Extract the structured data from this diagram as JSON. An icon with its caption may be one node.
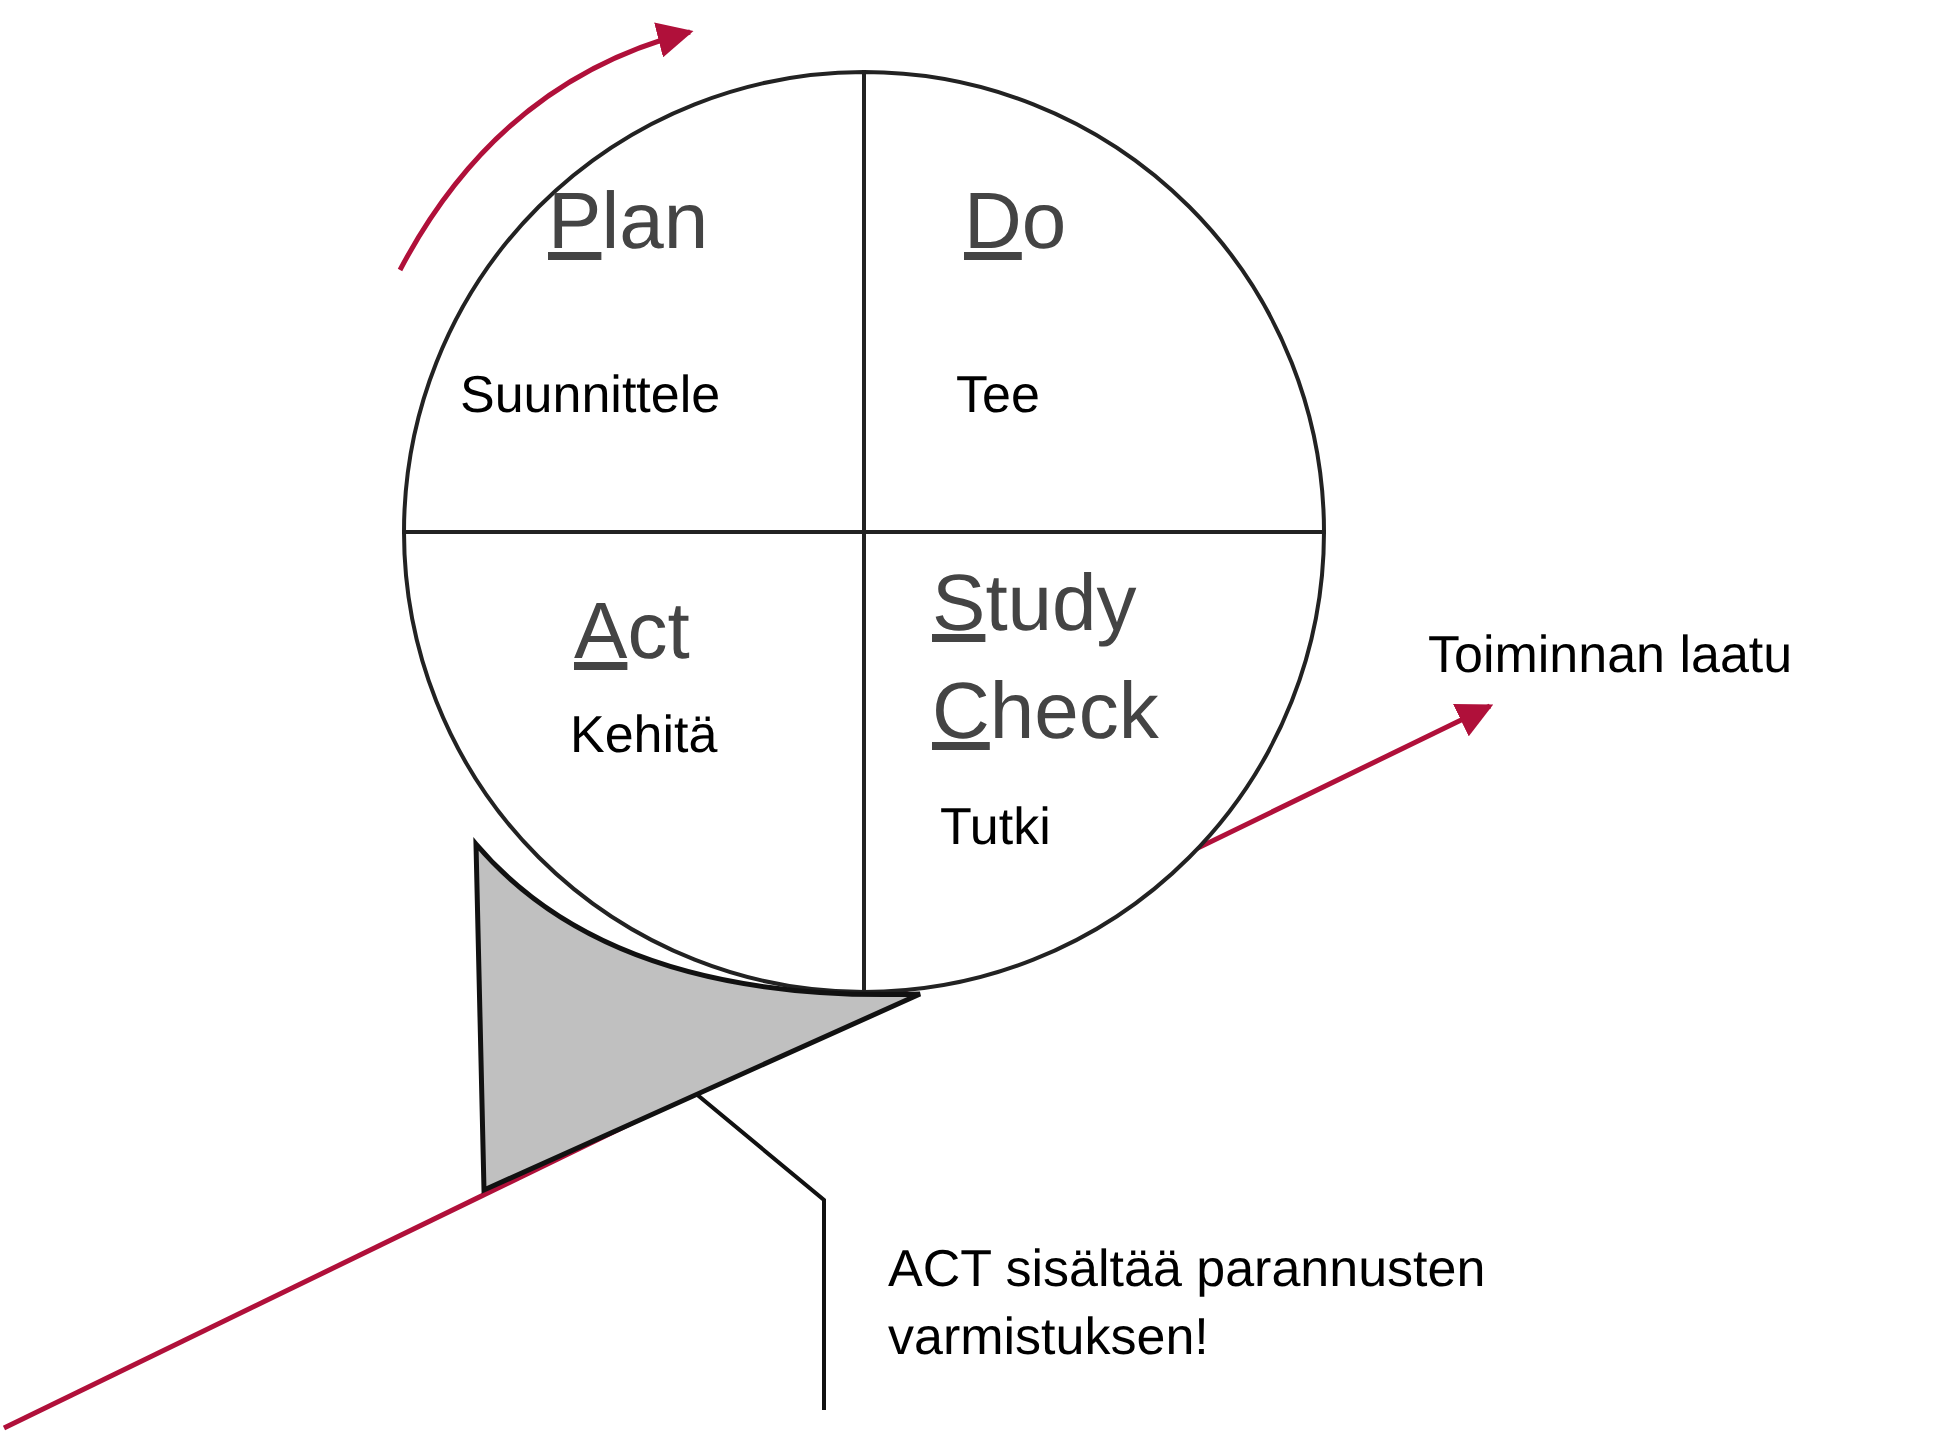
{
  "diagram": {
    "nodes": [
      {
        "text": [
          "Plan",
          "Suunnittele"
        ]
      },
      {
        "text": [
          "Do",
          "Tee"
        ]
      },
      {
        "text": [
          "Act",
          "Kehitä"
        ]
      },
      {
        "text": [
          "Study",
          "Check",
          "Tutki"
        ]
      },
      {
        "text": [],
        "shape": "triangle"
      },
      {
        "text": [
          "ACT sisältää parannusten varmistuksen!"
        ]
      }
    ],
    "edges": [
      {
        "from": 5,
        "to": 4,
        "arrow": "none"
      }
    ],
    "labels": [
      "Toiminnan laatu"
    ]
  }
}
